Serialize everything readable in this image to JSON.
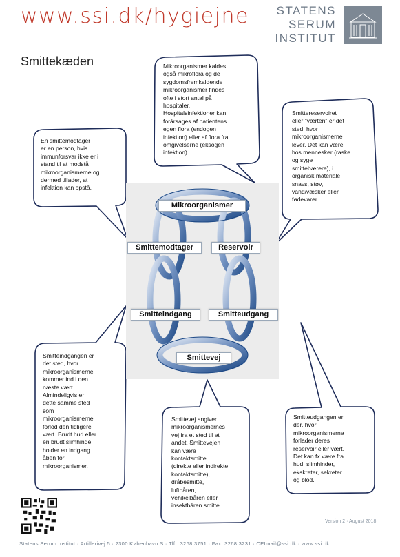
{
  "header": {
    "url": "www.ssi.dk/hygiejne",
    "logo_lines": [
      "STATENS",
      "SERUM",
      "INSTITUT"
    ]
  },
  "title": "Smittekæden",
  "bubbles": {
    "mikro": [
      "Mikroorganismer kaldes",
      "også mikroflora og de",
      "sygdomsfremkaldende",
      "mikroorganismer findes",
      "ofte i stort antal på",
      "hospitaler.",
      "Hospitalsinfektioner kan",
      "forårsages af patientens",
      "egen flora (endogen",
      "infektion) eller af flora fra",
      "omgivelserne (eksogen",
      "infektion)."
    ],
    "reservoir": [
      "Smittereservoiret",
      "eller \"værten\" er det",
      "sted, hvor",
      "mikroorganismerne",
      "lever. Det kan være",
      "hos mennesker (raske",
      "og syge",
      "smittebærere), i",
      "organisk materiale,",
      "snavs, støv,",
      "vand/væsker eller",
      "fødevarer."
    ],
    "modtager": [
      "En smittemodtager",
      "er en person, hvis",
      "immunforsvar ikke er i",
      "stand til at modstå",
      "mikroorganismerne og",
      "dermed tillader, at",
      "infektion kan opstå."
    ],
    "indgang": [
      "Smitteindgangen er",
      "det sted, hvor",
      "mikroorganismerne",
      "kommer ind i den",
      "næste vært.",
      "Almindeligvis er",
      "dette samme sted",
      "som",
      "mikroorganismerne",
      "forlod den tidligere",
      "vært. Brudt hud eller",
      "en brudt slimhinde",
      "holder en indgang",
      "åben for",
      "mikroorganismer."
    ],
    "vej": [
      "Smittevej angiver",
      "mikroorganismernes",
      "vej fra et sted til et",
      "andet. Smittevejen",
      "kan være",
      "kontaktsmitte",
      "(direkte eller indirekte",
      "kontaktsmitte),",
      "dråbesmitte,",
      "luftbåren,",
      "vehikelbåren eller",
      "insektbåren smitte."
    ],
    "udgang": [
      "Smitteudgangen er",
      "der, hvor",
      "mikroorganismerne",
      "forlader deres",
      "reservoir eller vært.",
      "Det kan fx være fra",
      "hud, slimhinder,",
      "ekskreter, sekreter",
      "og blod."
    ]
  },
  "chain": {
    "mikroorganismer": "Mikroorganismer",
    "smittemodtager": "Smittemodtager",
    "reservoir": "Reservoir",
    "smitteindgang": "Smitteindgang",
    "smitteudgang": "Smitteudgang",
    "smittevej": "Smittevej"
  },
  "version": "Version 2 · August 2018",
  "footer": "Statens Serum Institut · Artillerivej 5 · 2300 København S · Tlf.: 3268 3751 · Fax: 3268 3231 · CEImail@ssi.dk · www.ssi.dk",
  "colors": {
    "url_red": "#c0392b",
    "logo_gray": "#7d8894",
    "chain_dark": "#2f5d9a",
    "chain_light": "#dfe8f4"
  }
}
